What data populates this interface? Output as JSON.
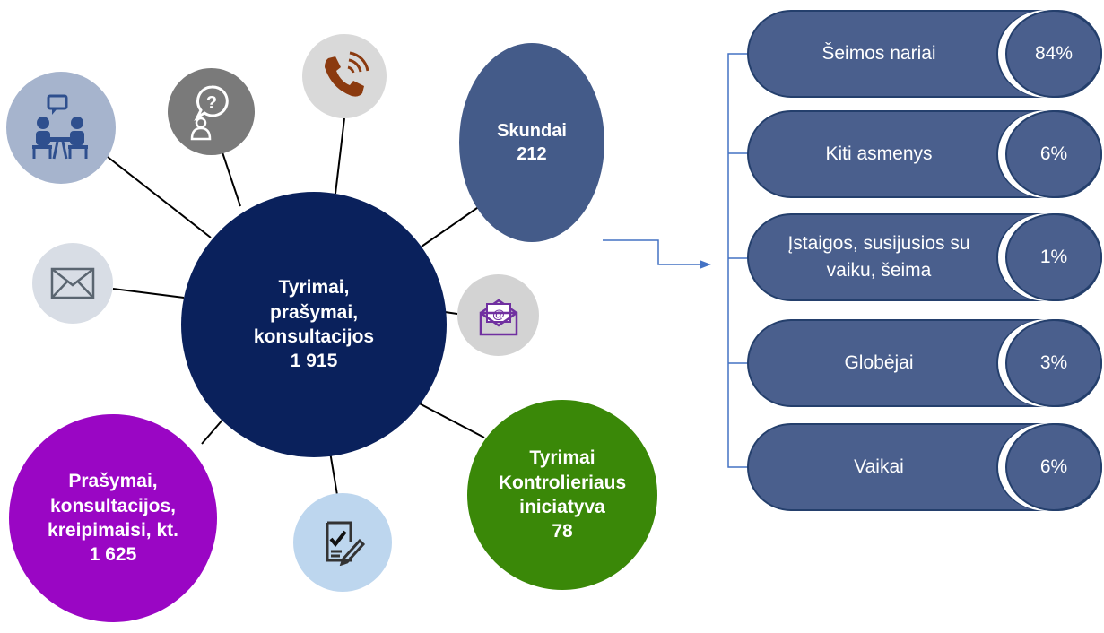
{
  "center": {
    "lines": [
      "Tyrimai,",
      "prašymai,",
      "konsultacijos",
      "1 915"
    ],
    "color": "#0a215c"
  },
  "skundai": {
    "lines": [
      "Skundai",
      "212"
    ],
    "color": "#445b89"
  },
  "prasymai": {
    "lines": [
      "Prašymai,",
      "konsultacijos,",
      "kreipimaisi, kt.",
      "1 625"
    ],
    "color": "#9a06c4"
  },
  "tyrimai": {
    "lines": [
      "Tyrimai",
      "Kontrolieriaus",
      "iniciatyva",
      "78"
    ],
    "color": "#3a8808"
  },
  "icons": [
    "meeting-icon",
    "question-person-icon",
    "phone-icon",
    "envelope-icon",
    "email-at-icon",
    "document-check-icon"
  ],
  "breakdown": [
    {
      "label": "Šeimos nariai",
      "value": "84%"
    },
    {
      "label": "Kiti asmenys",
      "value": "6%"
    },
    {
      "label": "Įstaigos, susijusios su vaiku, šeima",
      "value": "1%"
    },
    {
      "label": "Globėjai",
      "value": "3%"
    },
    {
      "label": "Vaikai",
      "value": "6%"
    }
  ],
  "colors": {
    "pill": "#4a5f8d",
    "pill_border": "#243f6c",
    "connector": "#4472c4"
  }
}
